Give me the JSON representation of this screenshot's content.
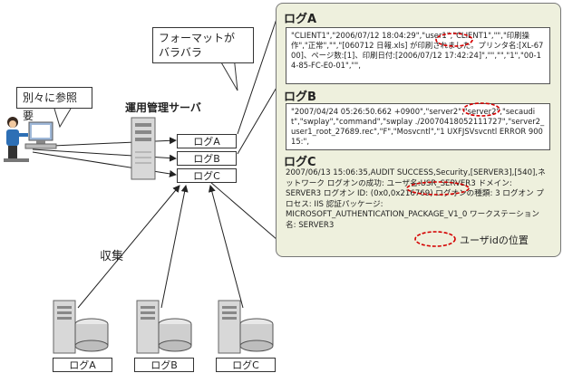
{
  "callouts": {
    "individual_ref": "別々に参照要",
    "format_line1": "フォーマットが",
    "format_line2": "バラバラ"
  },
  "server": {
    "label": "運用管理サーバ",
    "logs": [
      "ログA",
      "ログB",
      "ログC"
    ]
  },
  "collect_label": "収集",
  "source_servers": [
    "ログA",
    "ログB",
    "ログC"
  ],
  "panel": {
    "log_a": {
      "title": "ログA",
      "text": "\"CLIENT1\",\"2006/07/12 18:04:29\",\"user1\",\"CLIENT1\",\"\",\"印刷操作\",\"正常\",\"\",\"[060712 日報.xls] が印刷されました。プリンタ名:[XL-6700]、ページ数:[1]、印刷日付:[2006/07/12 17:42:24]\",\"\",\"\",\"1\",\"00-14-85-FC-E0-01\",\"\","
    },
    "log_b": {
      "title": "ログB",
      "text": "\"2007/04/24 05:26:50.662 +0900\",\"server2\",\"server2\",\"secaudit\",\"swplay\",\"command\",\"swplay ./20070418052111727\",\"server2_user1_root_27689.rec\",\"F\",\"Mosvcntl\",\"1 UXFJSVsvcntl ERROR 90015:\","
    },
    "log_c": {
      "title": "ログC",
      "text": "2007/06/13 15:06:35,AUDIT SUCCESS,Security,[SERVER3],[540],ネットワーク ログオンの成功: ユーザ名:USR_SERVER3 ドメイン: SERVER3 ログオン ID: (0x0,0x216769) ログオンの種類: 3 ログオン プロセス: IIS 認証パッケージ: MICROSOFT_AUTHENTICATION_PACKAGE_V1_0 ワークステーション名: SERVER3"
    },
    "legend": "ユーザidの位置"
  },
  "colors": {
    "panel_bg": "#eef0dd",
    "highlight": "#d40000"
  }
}
